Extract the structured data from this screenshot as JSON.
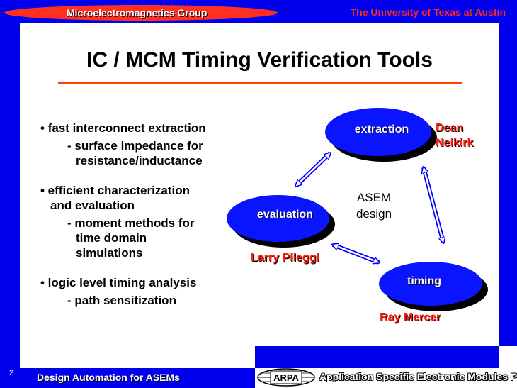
{
  "header": {
    "left_label": "Microelectromagnetics Group",
    "right_label": "The University of Texas at Austin"
  },
  "slide": {
    "title": "IC / MCM Timing Verification Tools",
    "bullets": [
      "• fast interconnect extraction",
      "- surface impedance for",
      "resistance/inductance",
      "• efficient characterization",
      "and evaluation",
      "- moment methods for",
      "time domain",
      "simulations",
      "• logic level timing analysis",
      "- path sensitization"
    ],
    "diagram": {
      "nodes": {
        "extraction": "extraction",
        "evaluation": "evaluation",
        "timing": "timing"
      },
      "people": {
        "extraction_line1": "Dean",
        "extraction_line2": "Neikirk",
        "evaluation": "Larry Pileggi",
        "timing": "Ray Mercer"
      },
      "center_line1": "ASEM",
      "center_line2": "design"
    }
  },
  "footer": {
    "page_number": "2",
    "left_label": "Design Automation for ASEMs",
    "logo_text": "ARPA",
    "right_label": "Application Specific Electronic Modules Program"
  },
  "colors": {
    "background": "#0000ee",
    "accent_red": "#ff2a1a",
    "bubble_blue": "#0a14ff"
  }
}
